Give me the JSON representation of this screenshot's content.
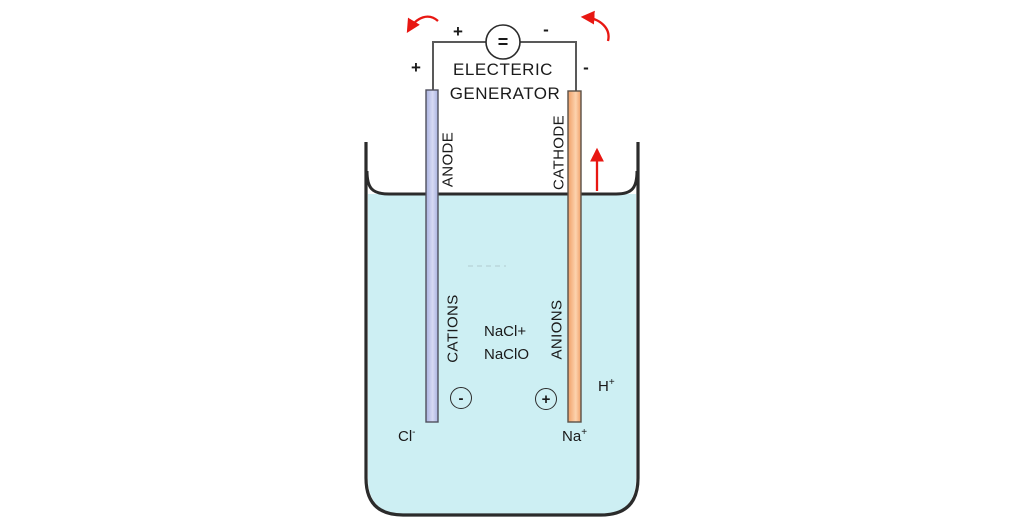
{
  "colors": {
    "water": "#cdeff3",
    "anode_dark": "#a9b2e0",
    "anode_light": "#d7daf4",
    "cathode_dark": "#f0a068",
    "cathode_light": "#fdd3ae",
    "outline": "#2b2b2b",
    "wire": "#595959",
    "arrow_red": "#e81712",
    "text": "#1a1a1a"
  },
  "generator": {
    "symbol": "=",
    "name_line1": "ELECTERIC",
    "name_line2": "GENERATOR",
    "terminal_plus": "+",
    "terminal_minus": "-"
  },
  "anode": {
    "label": "ANODE",
    "terminal_sign": "+",
    "region_label": "CATIONS",
    "circled_sign": "-",
    "ion_base": "Cl",
    "ion_charge": "-"
  },
  "cathode": {
    "label": "CATHODE",
    "terminal_sign": "-",
    "region_label": "ANIONS",
    "circled_sign": "+",
    "ion_base": "Na",
    "ion_charge": "+",
    "gas_ion_base": "H",
    "gas_ion_charge": "+"
  },
  "solution": {
    "line1": "NaCl+",
    "line2": "NaClO"
  }
}
